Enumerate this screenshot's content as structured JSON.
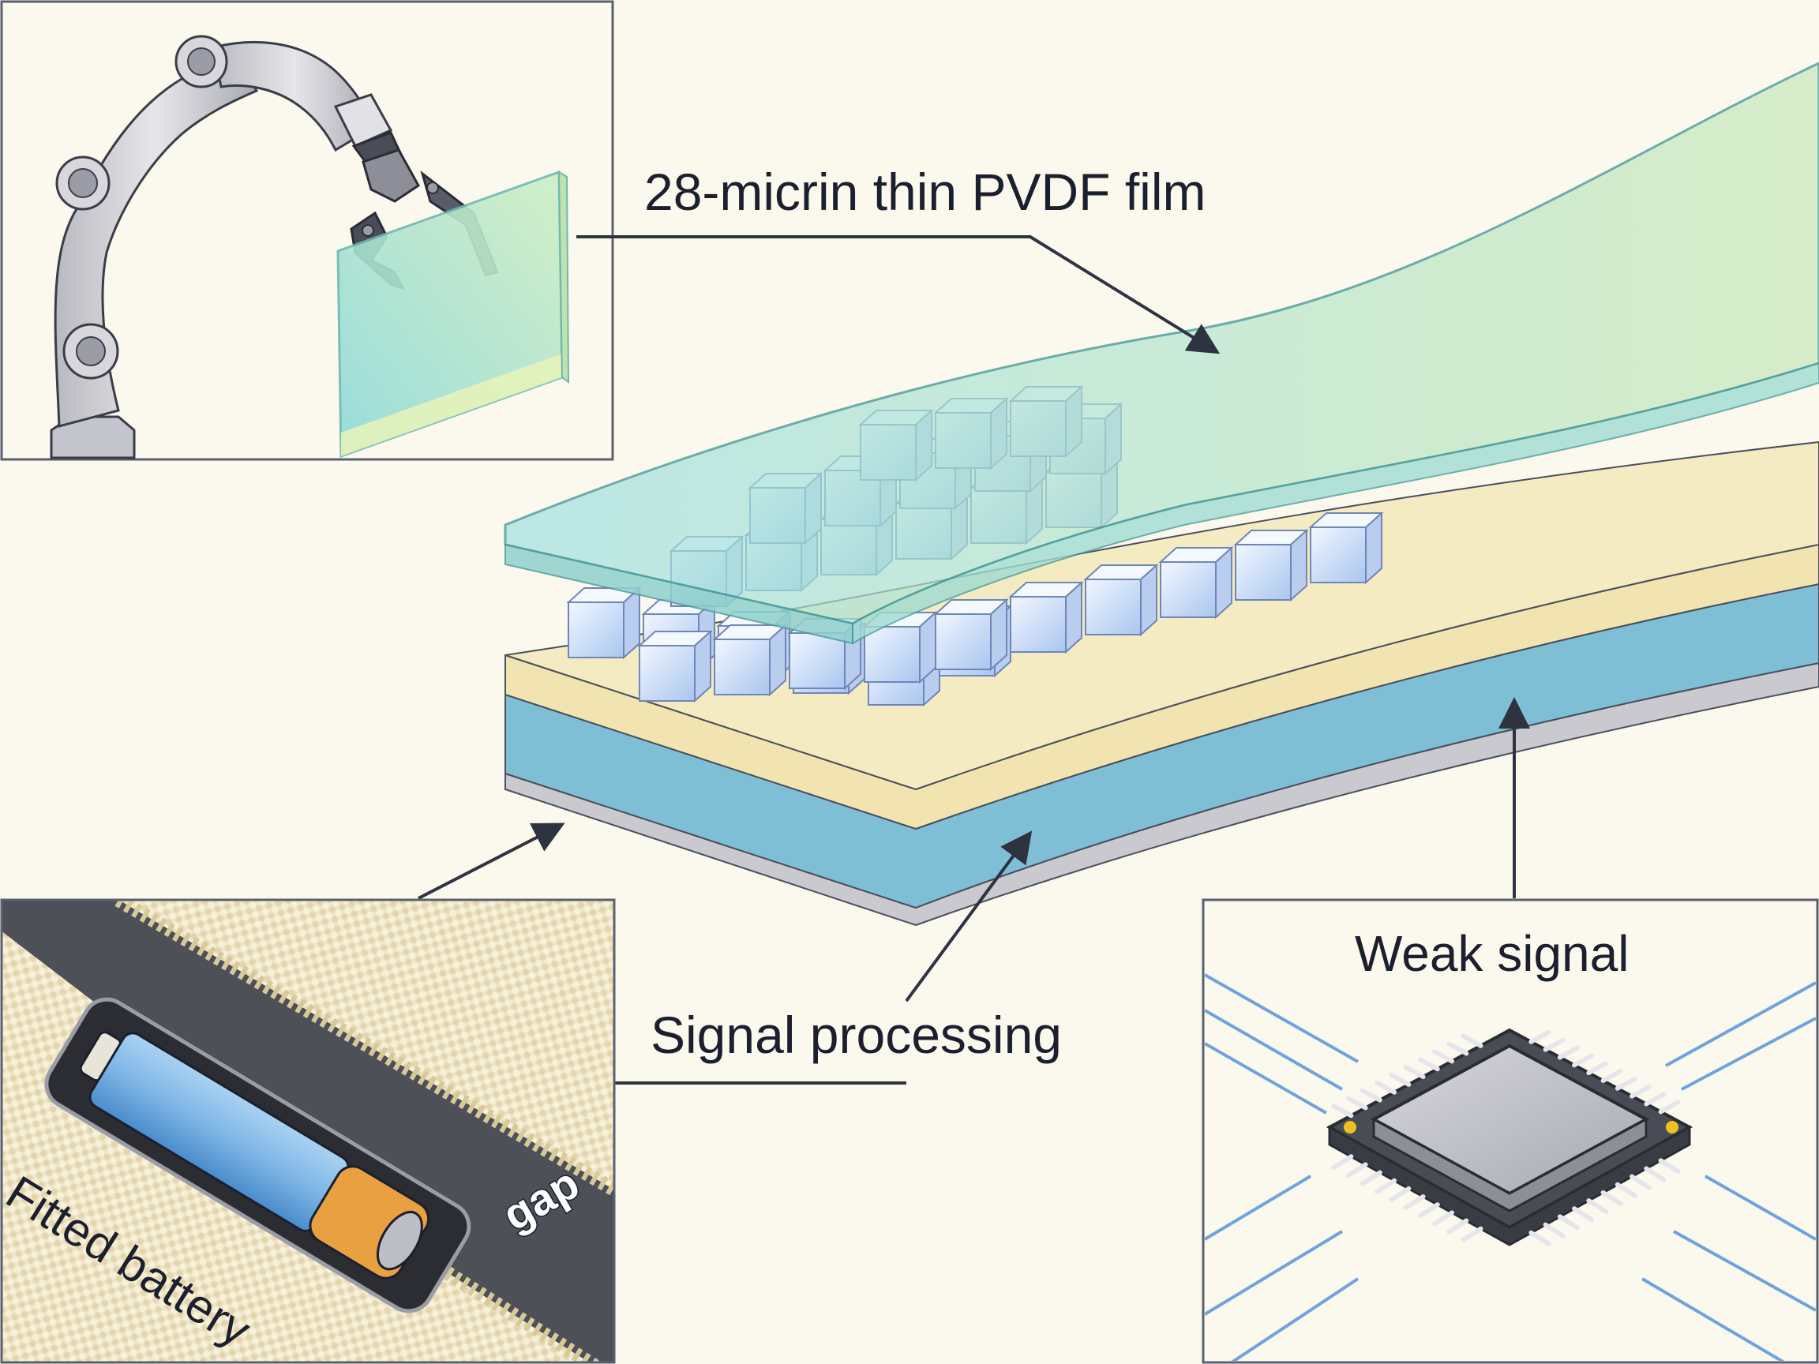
{
  "diagram": {
    "title": "Flexible piezoelectric sensor assembly",
    "labels": {
      "film": "28-micrin thin PVDF film",
      "signal_processing": "Signal processing",
      "weak_signal": "Weak signal",
      "fitted_battery": "Fitted battery",
      "gap": "gap"
    },
    "panels": [
      {
        "id": "robot-arm-panel",
        "content": "Robotic arm gripper holding a transparent film sheet"
      },
      {
        "id": "battery-panel",
        "content": "Battery fitted in slot within woven textile strap"
      },
      {
        "id": "chip-panel",
        "content": "Microchip (QFP IC) with incoming blue signal lines"
      }
    ],
    "center_illustration": {
      "content": "Curved layered sensor strip with crystal array",
      "layers": [
        "transparent film (top)",
        "crystal cube array",
        "yellow layer",
        "blue substrate",
        "grey base"
      ]
    },
    "colors": {
      "background": "#fbf9ee",
      "outline": "#3a4150",
      "film_teal": "#8fd6d6",
      "film_green": "#bfe3a8",
      "layer_yellow": "#f2e4b0",
      "layer_blue": "#7fbfd6",
      "layer_grey": "#c9c9cf",
      "battery_blue": "#6aa8dc",
      "battery_orange": "#e8a040",
      "signal_line": "#6fa3dc",
      "strap_dark": "#4e5058",
      "fabric": "#efe6c8"
    }
  }
}
